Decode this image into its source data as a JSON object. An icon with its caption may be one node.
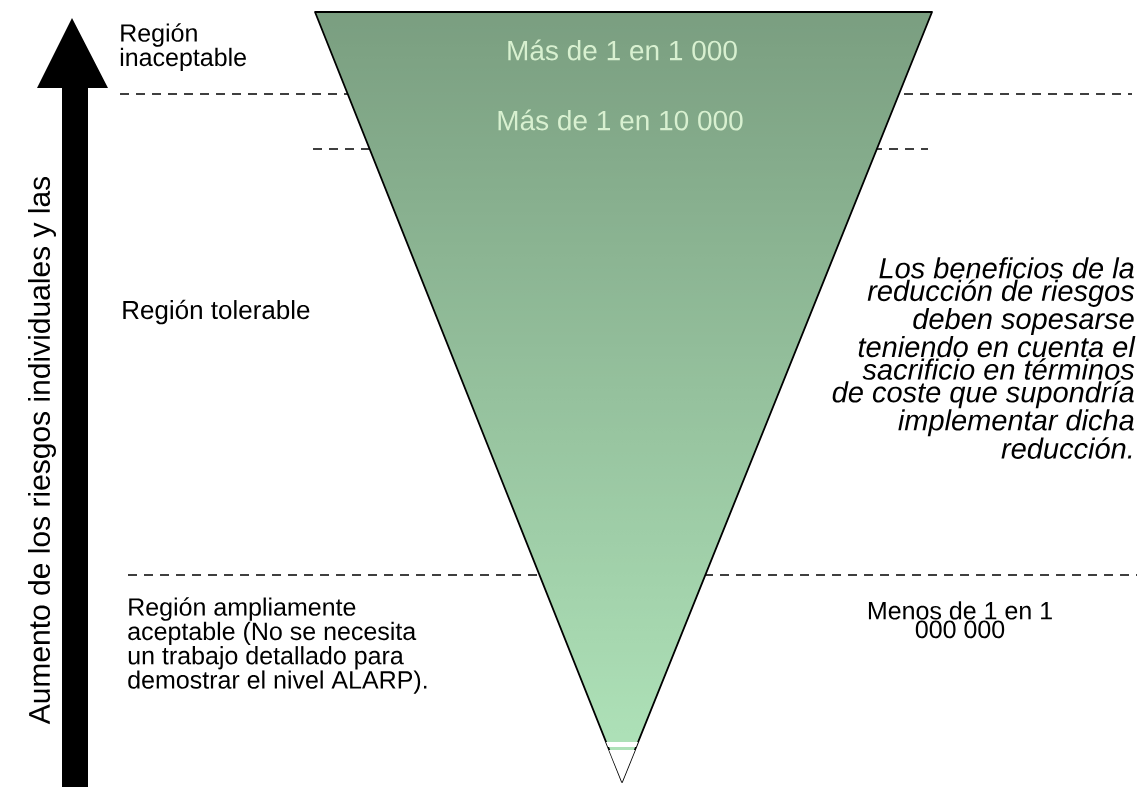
{
  "diagram": {
    "nodes": [
      {
        "text": [
          "Más de 1 en 1 000",
          "Más de 1 en 10 000"
        ]
      }
    ],
    "labels": [
      "Región inaceptable",
      "Aumento de los riesgos individuales y las",
      "Región tolerable",
      "Los beneficios de la reducción de riesgos deben sopesarse teniendo en cuenta el sacrificio en términos de coste que supondría implementar dicha reducción.",
      "Región ampliamente aceptable (No se necesita un trabajo detallado para demostrar el nivel ALARP).",
      "Menos de 1 en 1 000 000"
    ]
  }
}
